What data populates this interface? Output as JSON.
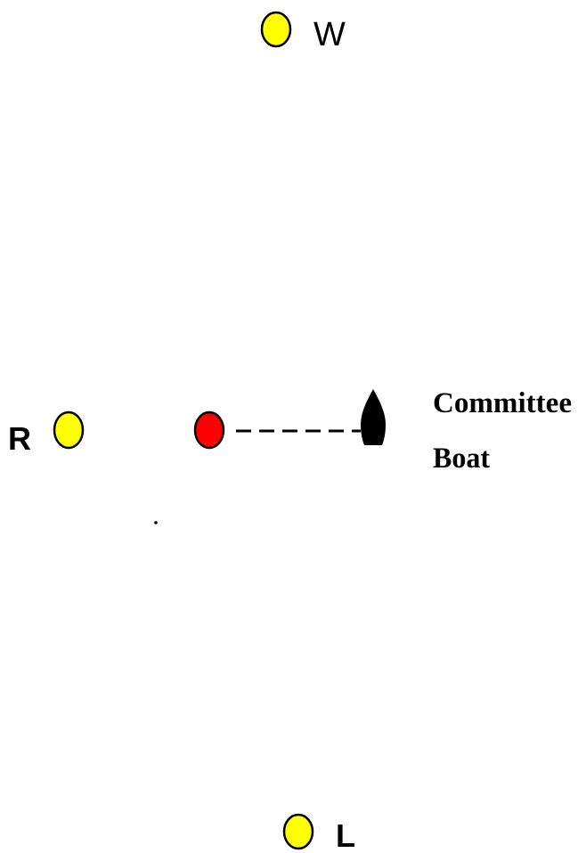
{
  "marks": {
    "windward": {
      "label": "W",
      "color": "#ffff00"
    },
    "right": {
      "label": "R",
      "color": "#ffff00"
    },
    "leeward": {
      "label": "L",
      "color": "#ffff00"
    },
    "pin": {
      "color": "#ff0000"
    }
  },
  "committee_boat": {
    "label_line1": "Committee",
    "label_line2": "Boat",
    "color": "#000000"
  },
  "start_line": {
    "style": "dashed"
  }
}
